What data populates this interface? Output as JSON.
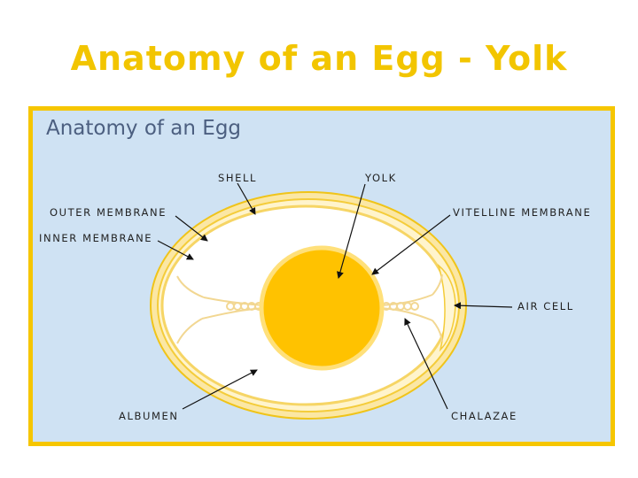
{
  "slide": {
    "title": "Anatomy of an Egg - Yolk"
  },
  "diagram": {
    "heading": "Anatomy of an Egg",
    "labels": {
      "shell": "SHELL",
      "yolk": "YOLK",
      "outer_membrane": "OUTER MEMBRANE",
      "inner_membrane": "INNER MEMBRANE",
      "vitelline_membrane": "VITELLINE MEMBRANE",
      "air_cell": "AIR CELL",
      "albumen": "ALBUMEN",
      "chalazae": "CHALAZAE"
    },
    "colors": {
      "frame": "#f6c600",
      "background": "#cfe2f3",
      "shell": "#fbe7a4",
      "albumen": "#ffffff",
      "yolk": "#ffc200",
      "title": "#f2c500"
    }
  }
}
